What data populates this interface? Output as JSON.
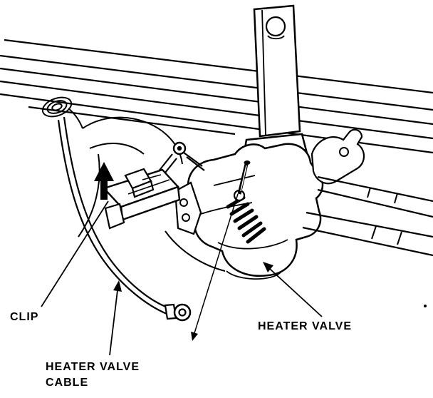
{
  "figure": {
    "labels": {
      "clip": "CLIP",
      "heater_valve": "HEATER VALVE",
      "heater_valve_cable": [
        "HEATER VALVE",
        "CABLE"
      ]
    },
    "colors": {
      "line": "#000000",
      "background": "#ffffff"
    }
  }
}
